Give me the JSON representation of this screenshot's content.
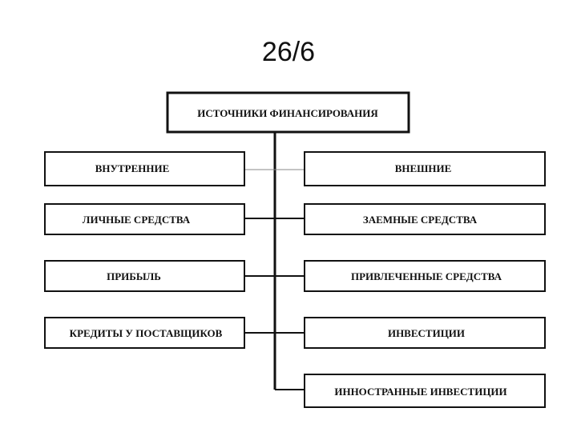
{
  "slide": {
    "title": "26/6"
  },
  "diagram": {
    "root": "ИСТОЧНИКИ ФИНАНСИРОВАНИЯ",
    "left": {
      "header": "ВНУТРЕННИЕ",
      "items": [
        "ЛИЧНЫЕ СРЕДСТВА",
        "ПРИБЫЛЬ",
        "КРЕДИТЫ У ПОСТАВЩИКОВ"
      ]
    },
    "right": {
      "header": "ВНЕШНИЕ",
      "items": [
        "ЗАЕМНЫЕ СРЕДСТВА",
        "ПРИВЛЕЧЕННЫЕ СРЕДСТВА",
        "ИНВЕСТИЦИИ",
        "ИННОСТРАННЫЕ ИНВЕСТИЦИИ"
      ]
    }
  }
}
